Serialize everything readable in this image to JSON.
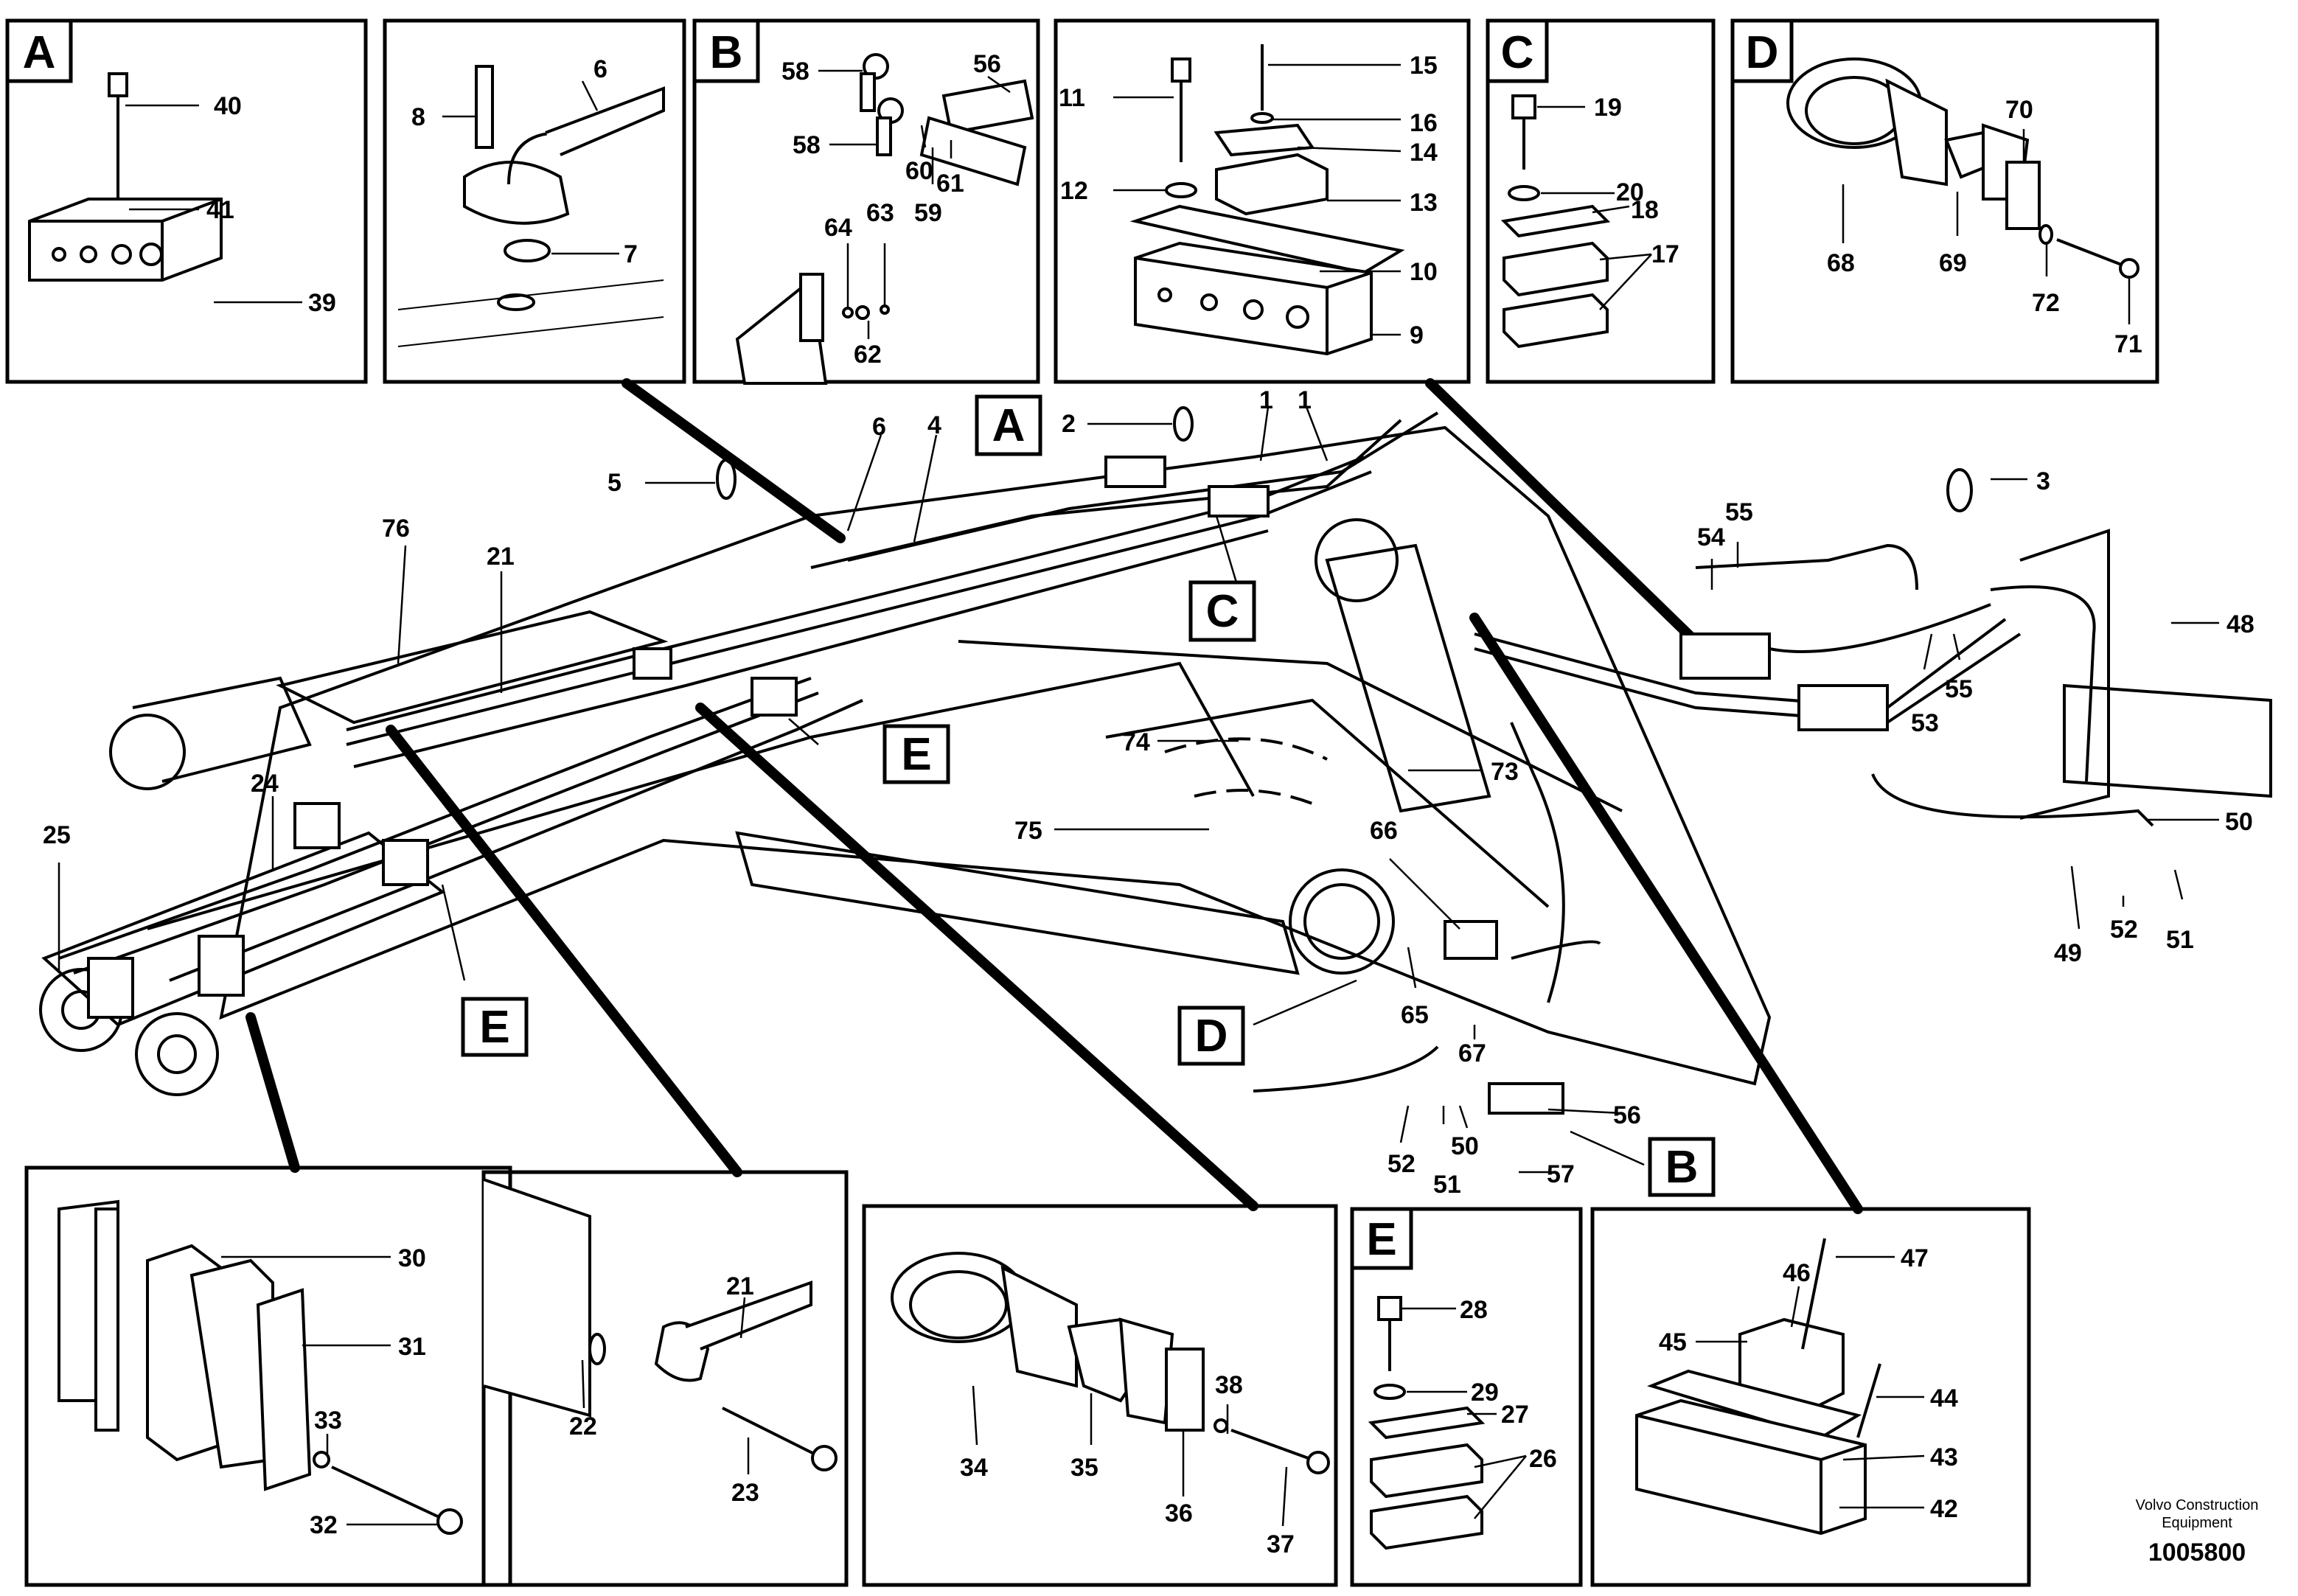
{
  "brand": {
    "line1": "Volvo Construction",
    "line2": "Equipment",
    "drawing_number": "1005800"
  },
  "detail_views": [
    {
      "key": "detail_a_top",
      "letter": "A",
      "parts": [
        "40",
        "41",
        "39"
      ]
    },
    {
      "key": "detail_o_ring_block",
      "letter": "",
      "parts": [
        "8",
        "6",
        "7"
      ]
    },
    {
      "key": "detail_b_top",
      "letter": "B",
      "parts": [
        "58",
        "56",
        "58",
        "60",
        "61",
        "59",
        "64",
        "63",
        "62"
      ]
    },
    {
      "key": "detail_clamp_stack",
      "letter": "",
      "parts": [
        "11",
        "15",
        "16",
        "14",
        "12",
        "13",
        "10",
        "9"
      ]
    },
    {
      "key": "detail_c_top",
      "letter": "C",
      "parts": [
        "19",
        "20",
        "18",
        "17"
      ]
    },
    {
      "key": "detail_d_top",
      "letter": "D",
      "parts": [
        "70",
        "68",
        "69",
        "72",
        "71"
      ]
    },
    {
      "key": "detail_clamp_plate",
      "letter": "",
      "parts": [
        "30",
        "31",
        "33",
        "32"
      ]
    },
    {
      "key": "detail_pipe_flange",
      "letter": "",
      "parts": [
        "21",
        "22",
        "23"
      ]
    },
    {
      "key": "detail_hose_clamp",
      "letter": "",
      "parts": [
        "34",
        "35",
        "36",
        "38",
        "37"
      ]
    },
    {
      "key": "detail_e_bottom",
      "letter": "E",
      "parts": [
        "28",
        "29",
        "27",
        "26"
      ]
    },
    {
      "key": "detail_block_stack",
      "letter": "",
      "parts": [
        "46",
        "47",
        "45",
        "44",
        "43",
        "42"
      ]
    }
  ],
  "main_view": {
    "section_labels": [
      "A",
      "C",
      "E",
      "E",
      "D",
      "B"
    ],
    "parts": [
      "2",
      "1",
      "1",
      "6",
      "4",
      "5",
      "76",
      "21",
      "3",
      "54",
      "55",
      "48",
      "53",
      "55",
      "74",
      "73",
      "24",
      "25",
      "75",
      "66",
      "50",
      "49",
      "52",
      "51",
      "65",
      "67",
      "56",
      "52",
      "50",
      "51",
      "57"
    ]
  }
}
